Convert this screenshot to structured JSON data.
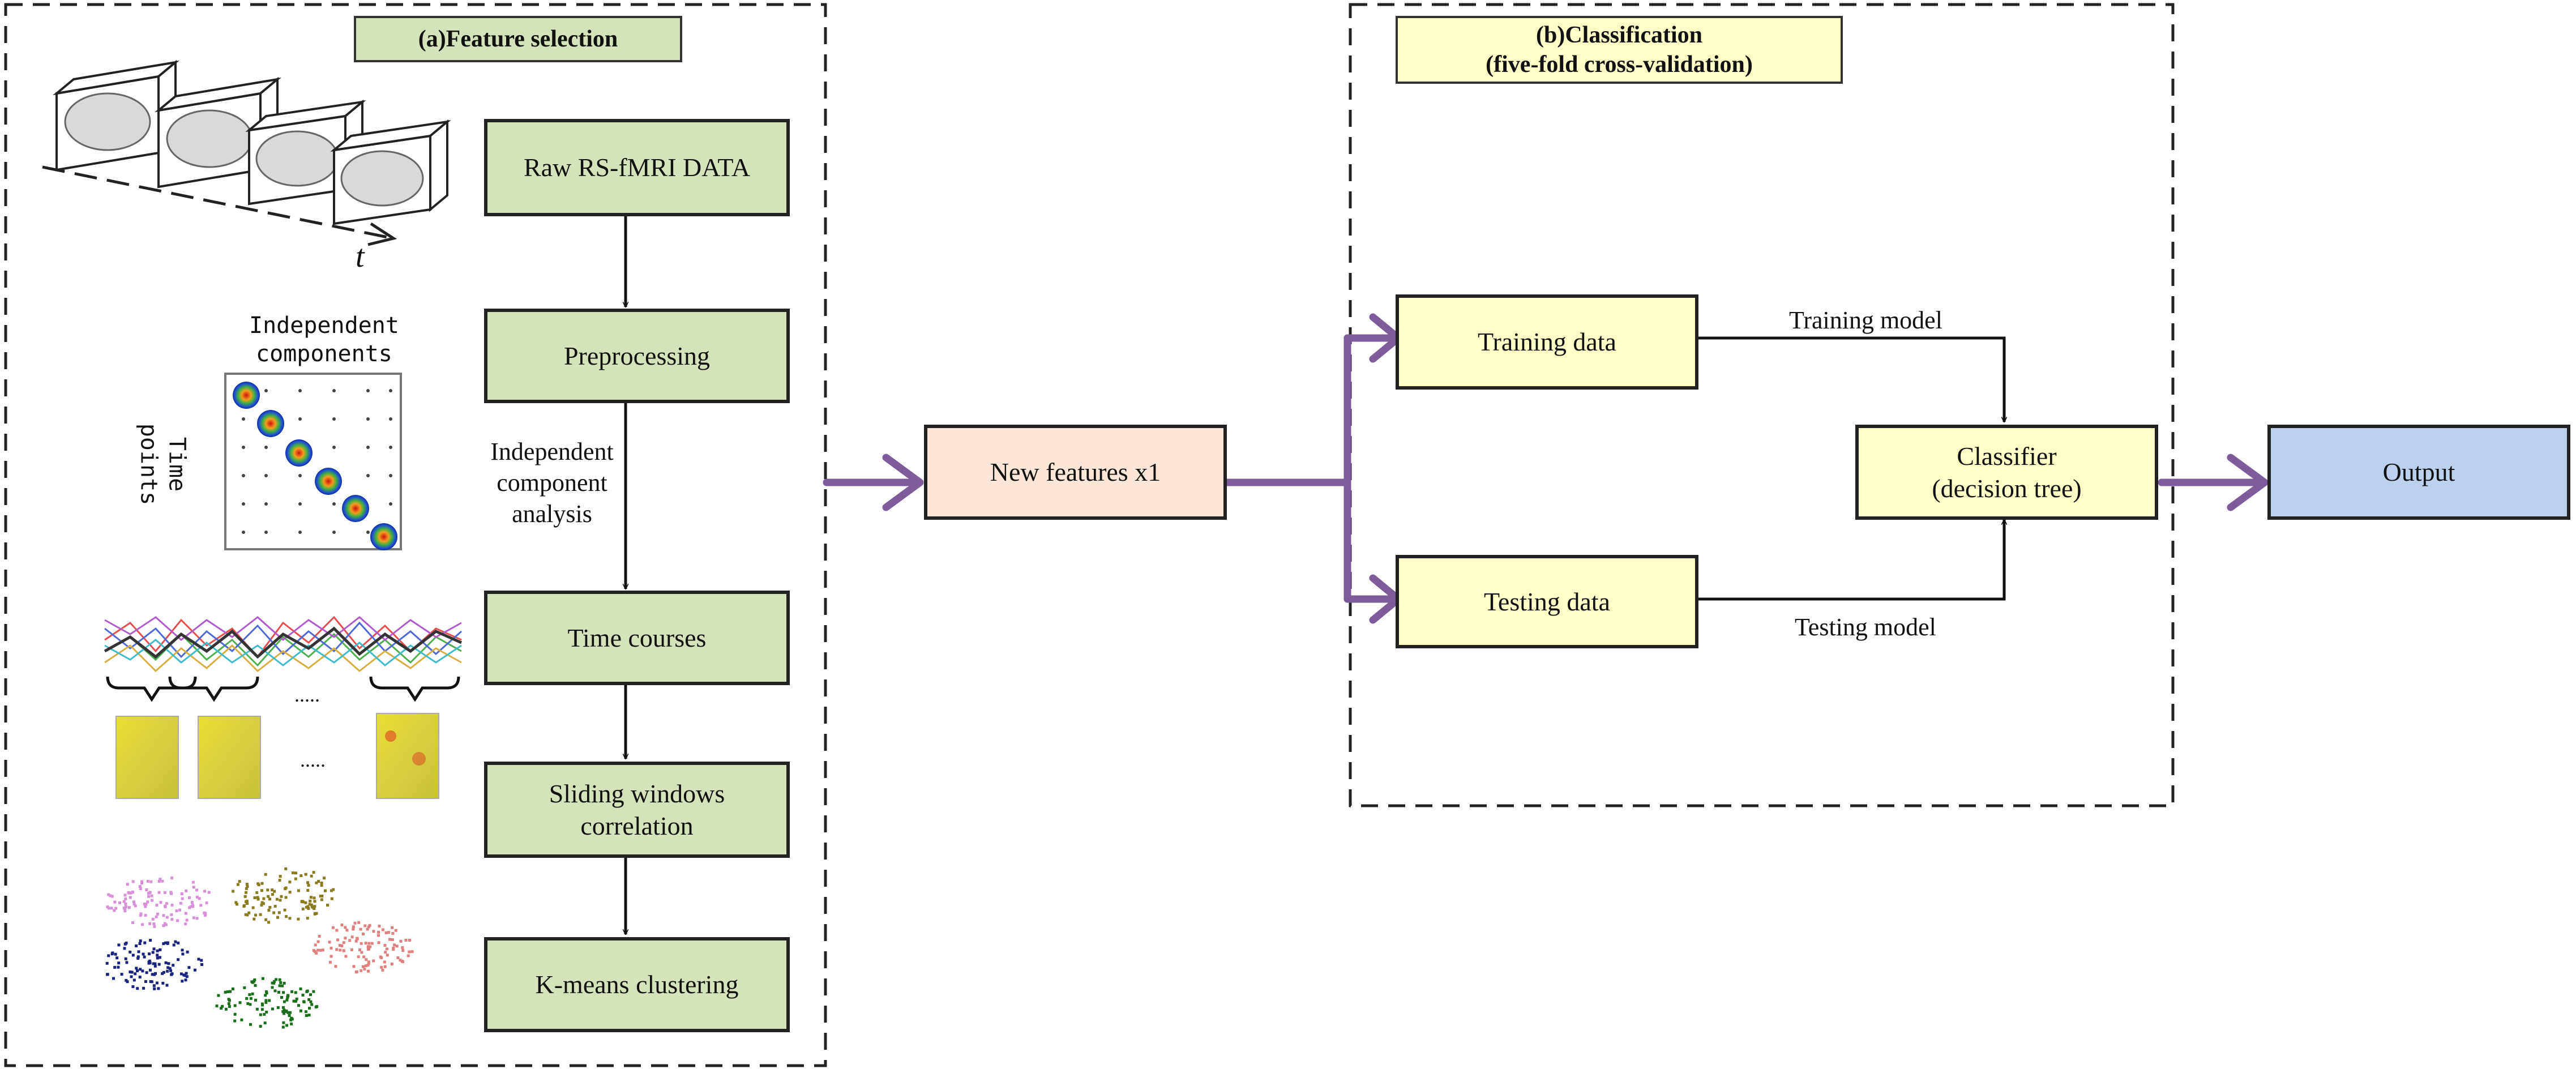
{
  "section_a": {
    "title": "(a)Feature selection",
    "steps": {
      "raw": "Raw RS-fMRI DATA",
      "preprocessing": "Preprocessing",
      "time_courses": "Time courses",
      "sliding_line1": "Sliding windows",
      "sliding_line2": "correlation",
      "kmeans": "K-means clustering"
    },
    "ica_label_line1": "Independent",
    "ica_label_line2": "component",
    "ica_label_line3": "analysis",
    "illustration": {
      "time_axis": "t",
      "ic_label_line1": "Independent",
      "ic_label_line2": "components",
      "time_points_line1": "Time",
      "time_points_line2": "points",
      "dots1": ".....",
      "dots2": "....."
    }
  },
  "new_features": "New features x1",
  "section_b": {
    "title_line1": "(b)Classification",
    "title_line2": "(five-fold cross-validation)",
    "training_data": "Training data",
    "testing_data": "Testing data",
    "training_model": "Training model",
    "testing_model": "Testing model",
    "classifier_line1": "Classifier",
    "classifier_line2": "(decision tree)"
  },
  "output": "Output",
  "colors": {
    "purple_arrow": "#7e5c9b",
    "green_box": "#d5e3bc",
    "yellow_box": "#ffffc7",
    "peach_box": "#fde5d8",
    "blue_box": "#bcd2ec"
  }
}
